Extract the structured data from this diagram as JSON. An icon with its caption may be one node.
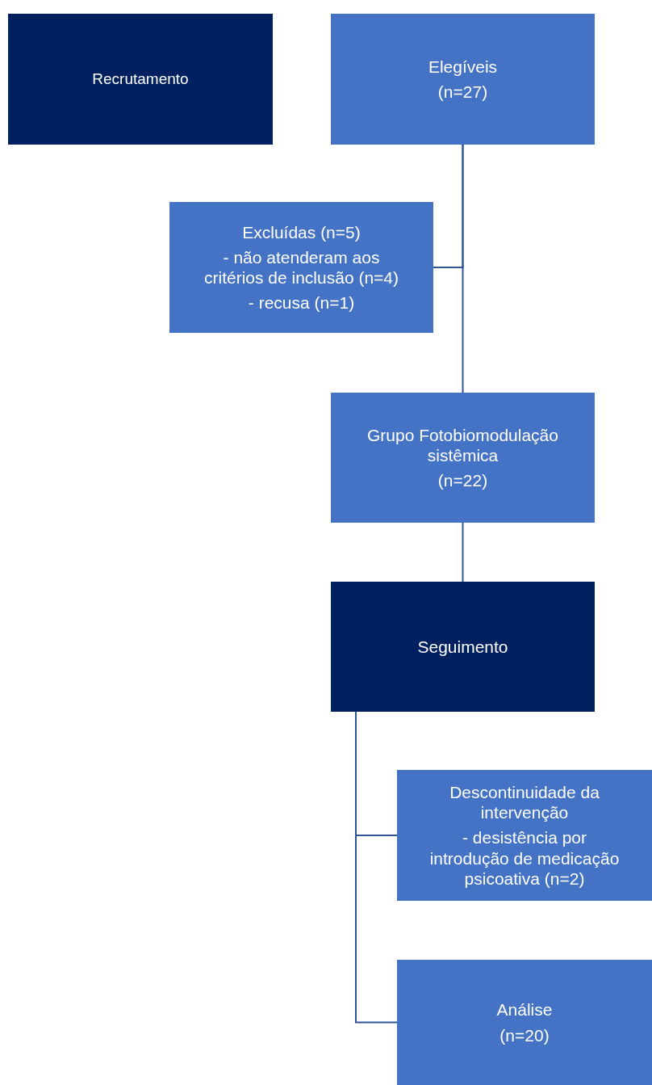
{
  "diagram": {
    "nodes": [
      {
        "text": [
          "Recrutamento"
        ]
      },
      {
        "text": [
          "Elegíveis",
          "(n=27)"
        ]
      },
      {
        "text": [
          "Excluídas (n=5)",
          "- não atenderam aos critérios de inclusão (n=4)",
          "- recusa (n=1)"
        ]
      },
      {
        "text": [
          "Grupo Fotobiomodulação sistêmica",
          "(n=22)"
        ]
      },
      {
        "text": [
          "Seguimento"
        ]
      },
      {
        "text": [
          "Descontinuidade da intervenção",
          "- desistência por introdução de medicação psicoativa (n=2)"
        ]
      },
      {
        "text": [
          "Análise",
          "(n=20)"
        ]
      }
    ],
    "edges": [
      {
        "from": 1,
        "to": 2,
        "arrow": "none"
      },
      {
        "from": 1,
        "to": 3,
        "arrow": "none"
      },
      {
        "from": 3,
        "to": 4,
        "arrow": "none"
      },
      {
        "from": 4,
        "to": 5,
        "arrow": "none"
      },
      {
        "from": 4,
        "to": 6,
        "arrow": "none"
      }
    ]
  }
}
